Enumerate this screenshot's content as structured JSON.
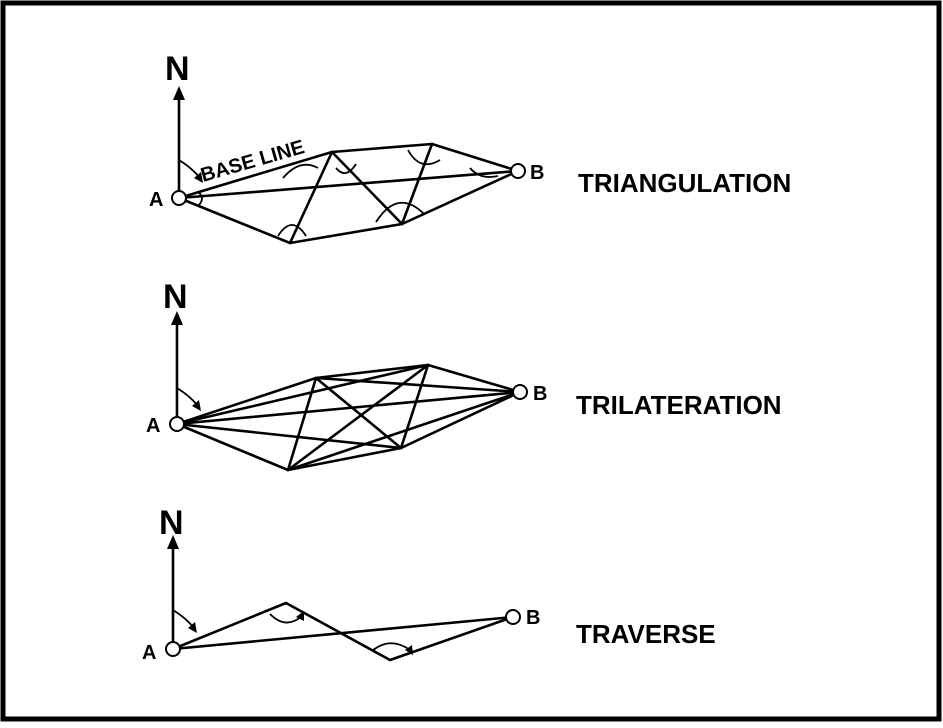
{
  "diagrams": [
    {
      "id": "triangulation",
      "north_label": "N",
      "start_label": "A",
      "end_label": "B",
      "method_label": "TRIANGULATION",
      "base_line_label": "BASE  LINE"
    },
    {
      "id": "trilateration",
      "north_label": "N",
      "start_label": "A",
      "end_label": "B",
      "method_label": "TRILATERATION"
    },
    {
      "id": "traverse",
      "north_label": "N",
      "start_label": "A",
      "end_label": "B",
      "method_label": "TRAVERSE"
    }
  ]
}
